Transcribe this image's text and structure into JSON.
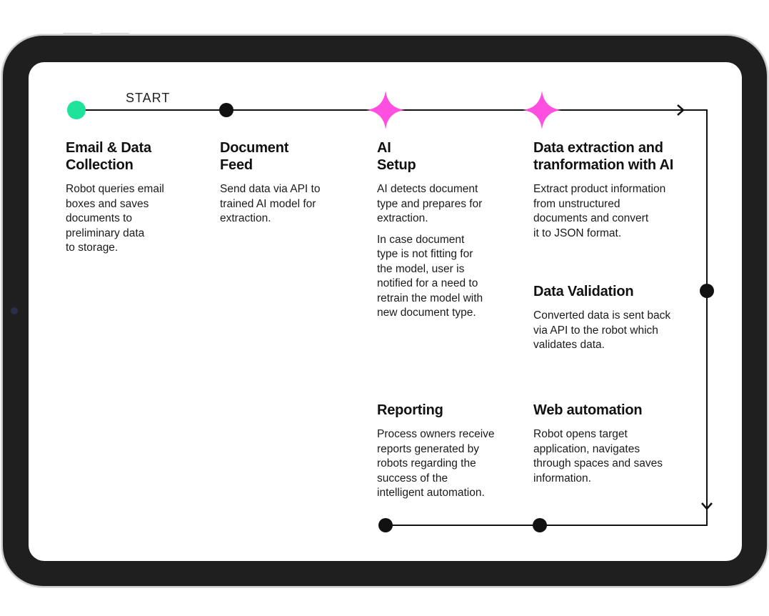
{
  "diagram": {
    "start_label": "START",
    "colors": {
      "start_node": "#1fe39a",
      "ai_star": "#ff4fe0",
      "line": "#111111"
    },
    "steps": [
      {
        "title": "Email & Data\nCollection",
        "body": "Robot queries email\nboxes and saves\ndocuments to\npreliminary data\nto storage."
      },
      {
        "title": "Document\nFeed",
        "body": "Send data via API to\ntrained AI model for\nextraction."
      },
      {
        "title": "AI\nSetup",
        "body": "AI detects document\ntype and prepares for\nextraction.",
        "note": "In case document\ntype is not fitting for\nthe model, user is\nnotified for a need to\nretrain the model with\nnew document type."
      },
      {
        "title": "Data extraction and\ntranformation with AI",
        "body": "Extract product information\nfrom unstructured\ndocuments and convert\nit to JSON format."
      },
      {
        "title": "Data Validation",
        "body": "Converted data is sent back\nvia API to the robot which\nvalidates data."
      },
      {
        "title": "Web automation",
        "body": "Robot opens target\napplication, navigates\nthrough spaces and saves\ninformation."
      },
      {
        "title": "Reporting",
        "body": "Process owners receive\nreports generated by\nrobots regarding the\nsuccess of the\nintelligent automation."
      }
    ]
  }
}
